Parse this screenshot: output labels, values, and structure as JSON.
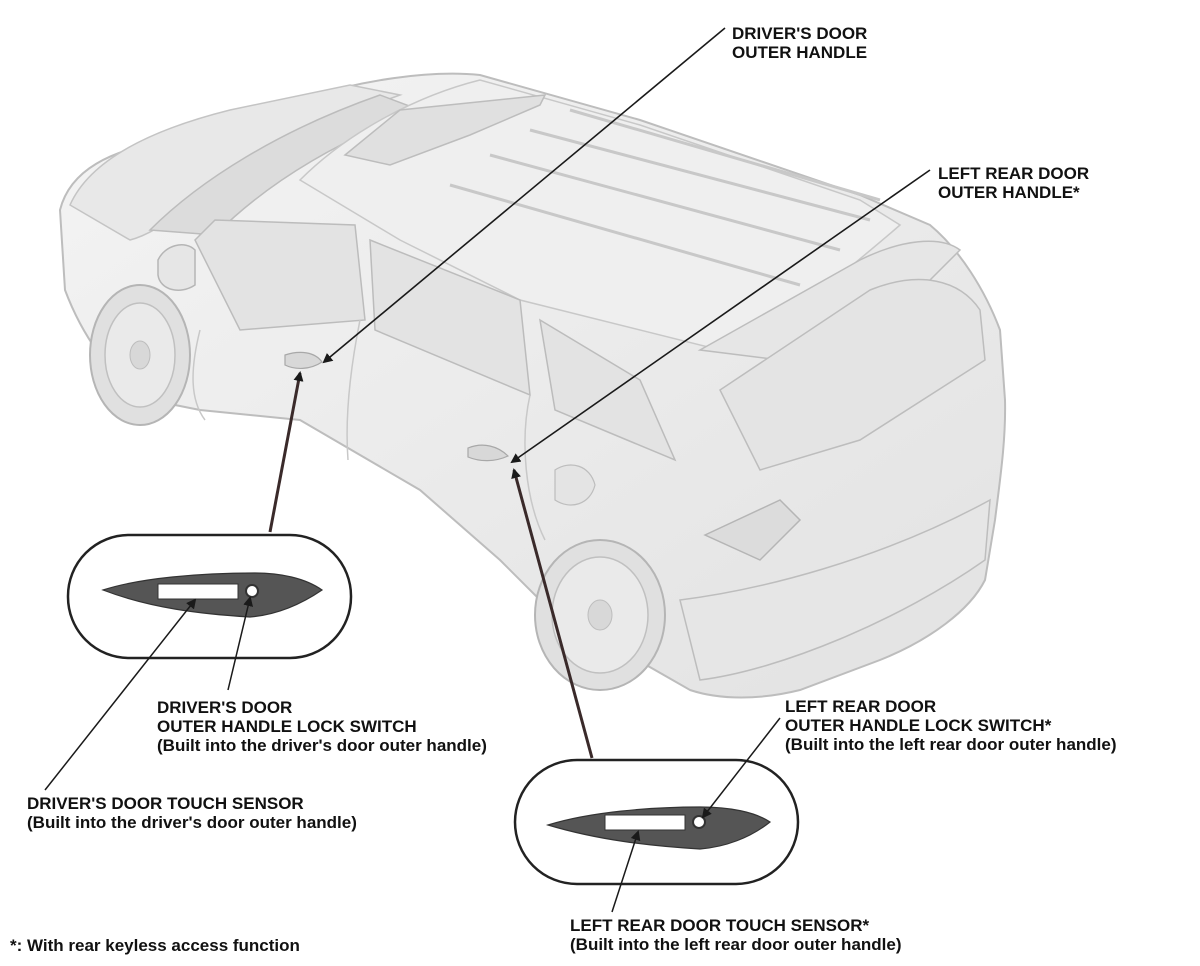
{
  "labels": {
    "driver_door_handle": {
      "line1": "DRIVER'S DOOR",
      "line2": "OUTER HANDLE"
    },
    "left_rear_door_handle": {
      "line1": "LEFT REAR DOOR",
      "line2": "OUTER HANDLE*"
    },
    "driver_lock_switch": {
      "line1": "DRIVER'S DOOR",
      "line2": "OUTER HANDLE LOCK SWITCH",
      "line3": "(Built into the driver's door outer handle)"
    },
    "driver_touch_sensor": {
      "line1": "DRIVER'S DOOR TOUCH SENSOR",
      "line2": "(Built into the driver's door outer handle)"
    },
    "left_rear_lock_switch": {
      "line1": "LEFT REAR DOOR",
      "line2": "OUTER HANDLE LOCK SWITCH*",
      "line3": "(Built into the left rear door outer handle)"
    },
    "left_rear_touch_sensor": {
      "line1": "LEFT REAR DOOR TOUCH SENSOR*",
      "line2": "(Built into the left rear door outer handle)"
    }
  },
  "footnote": "*: With rear keyless access function",
  "colors": {
    "car_body": "#ececec",
    "car_outline": "#bdbdbd",
    "handle_fill": "#555555",
    "leader_line": "#1a1a1a",
    "arrow_line": "#3a2a2a"
  }
}
